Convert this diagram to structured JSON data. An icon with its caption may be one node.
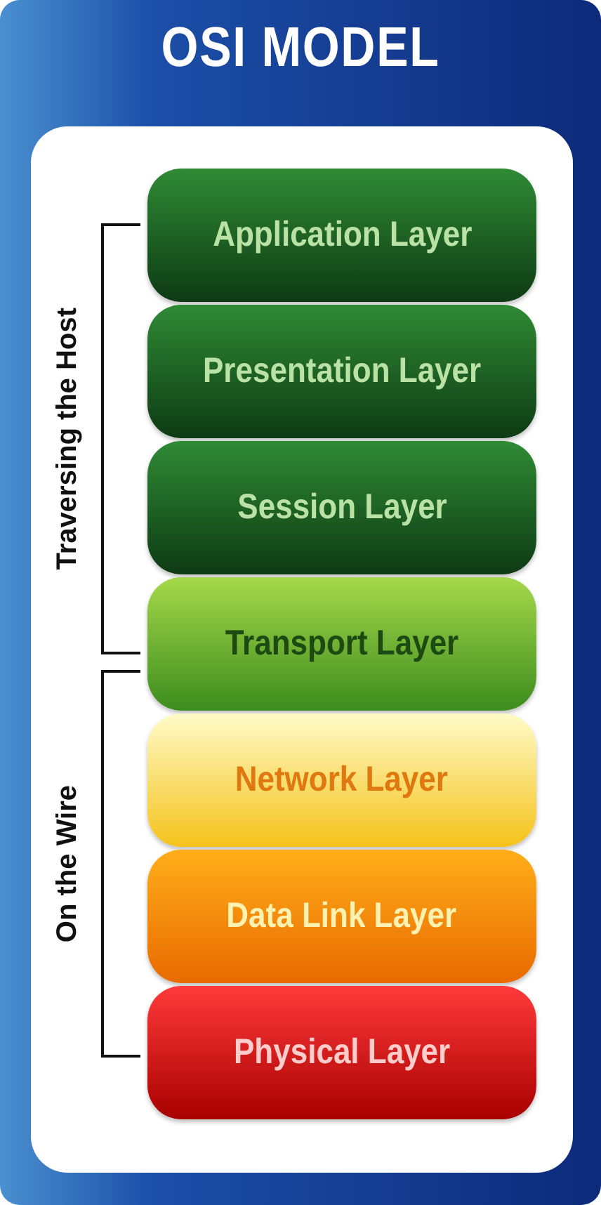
{
  "diagram": {
    "title": "OSI MODEL",
    "nodes": [
      {
        "text": [
          "Application Layer"
        ]
      },
      {
        "text": [
          "Presentation Layer"
        ]
      },
      {
        "text": [
          "Session Layer"
        ]
      },
      {
        "text": [
          "Transport Layer"
        ]
      },
      {
        "text": [
          "Network Layer"
        ]
      },
      {
        "text": [
          "Data Link Layer"
        ]
      },
      {
        "text": [
          "Physical Layer"
        ]
      }
    ],
    "labels": [
      "Traversing the Host",
      "On the Wire"
    ]
  }
}
